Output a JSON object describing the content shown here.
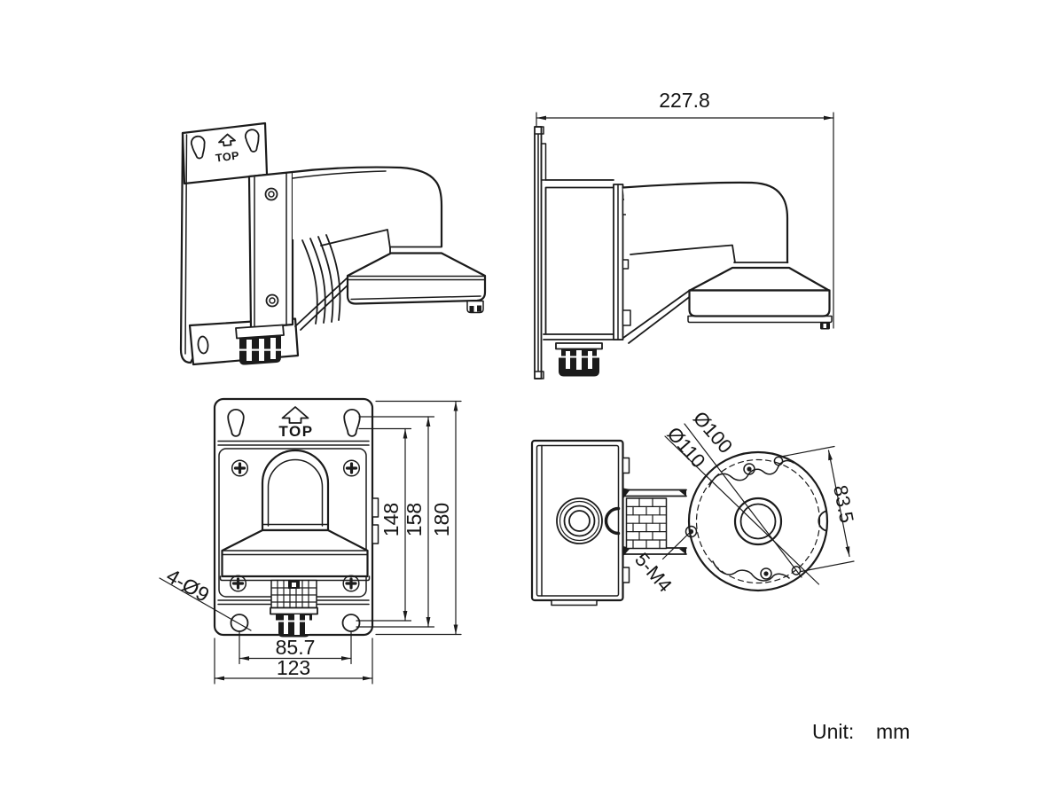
{
  "drawing": {
    "unit": {
      "label": "Unit:",
      "value": "mm"
    },
    "line_color": "#1b1b1b",
    "views": {
      "isometric": {
        "marking": "TOP"
      },
      "side": {
        "dims": {
          "depth": "227.8"
        }
      },
      "front": {
        "marking": "TOP",
        "dims": {
          "height_inner": "148",
          "height_mid": "158",
          "height_outer": "180",
          "hole_spacing": "85.7",
          "width": "123"
        },
        "callouts": {
          "mount_holes": "4-Ø9"
        }
      },
      "top": {
        "dims": {
          "bolt_circle": "Ø100",
          "plate_diameter": "Ø110",
          "hole_chord": "83.5"
        },
        "callouts": {
          "threaded_holes": "5-M4"
        }
      }
    }
  }
}
